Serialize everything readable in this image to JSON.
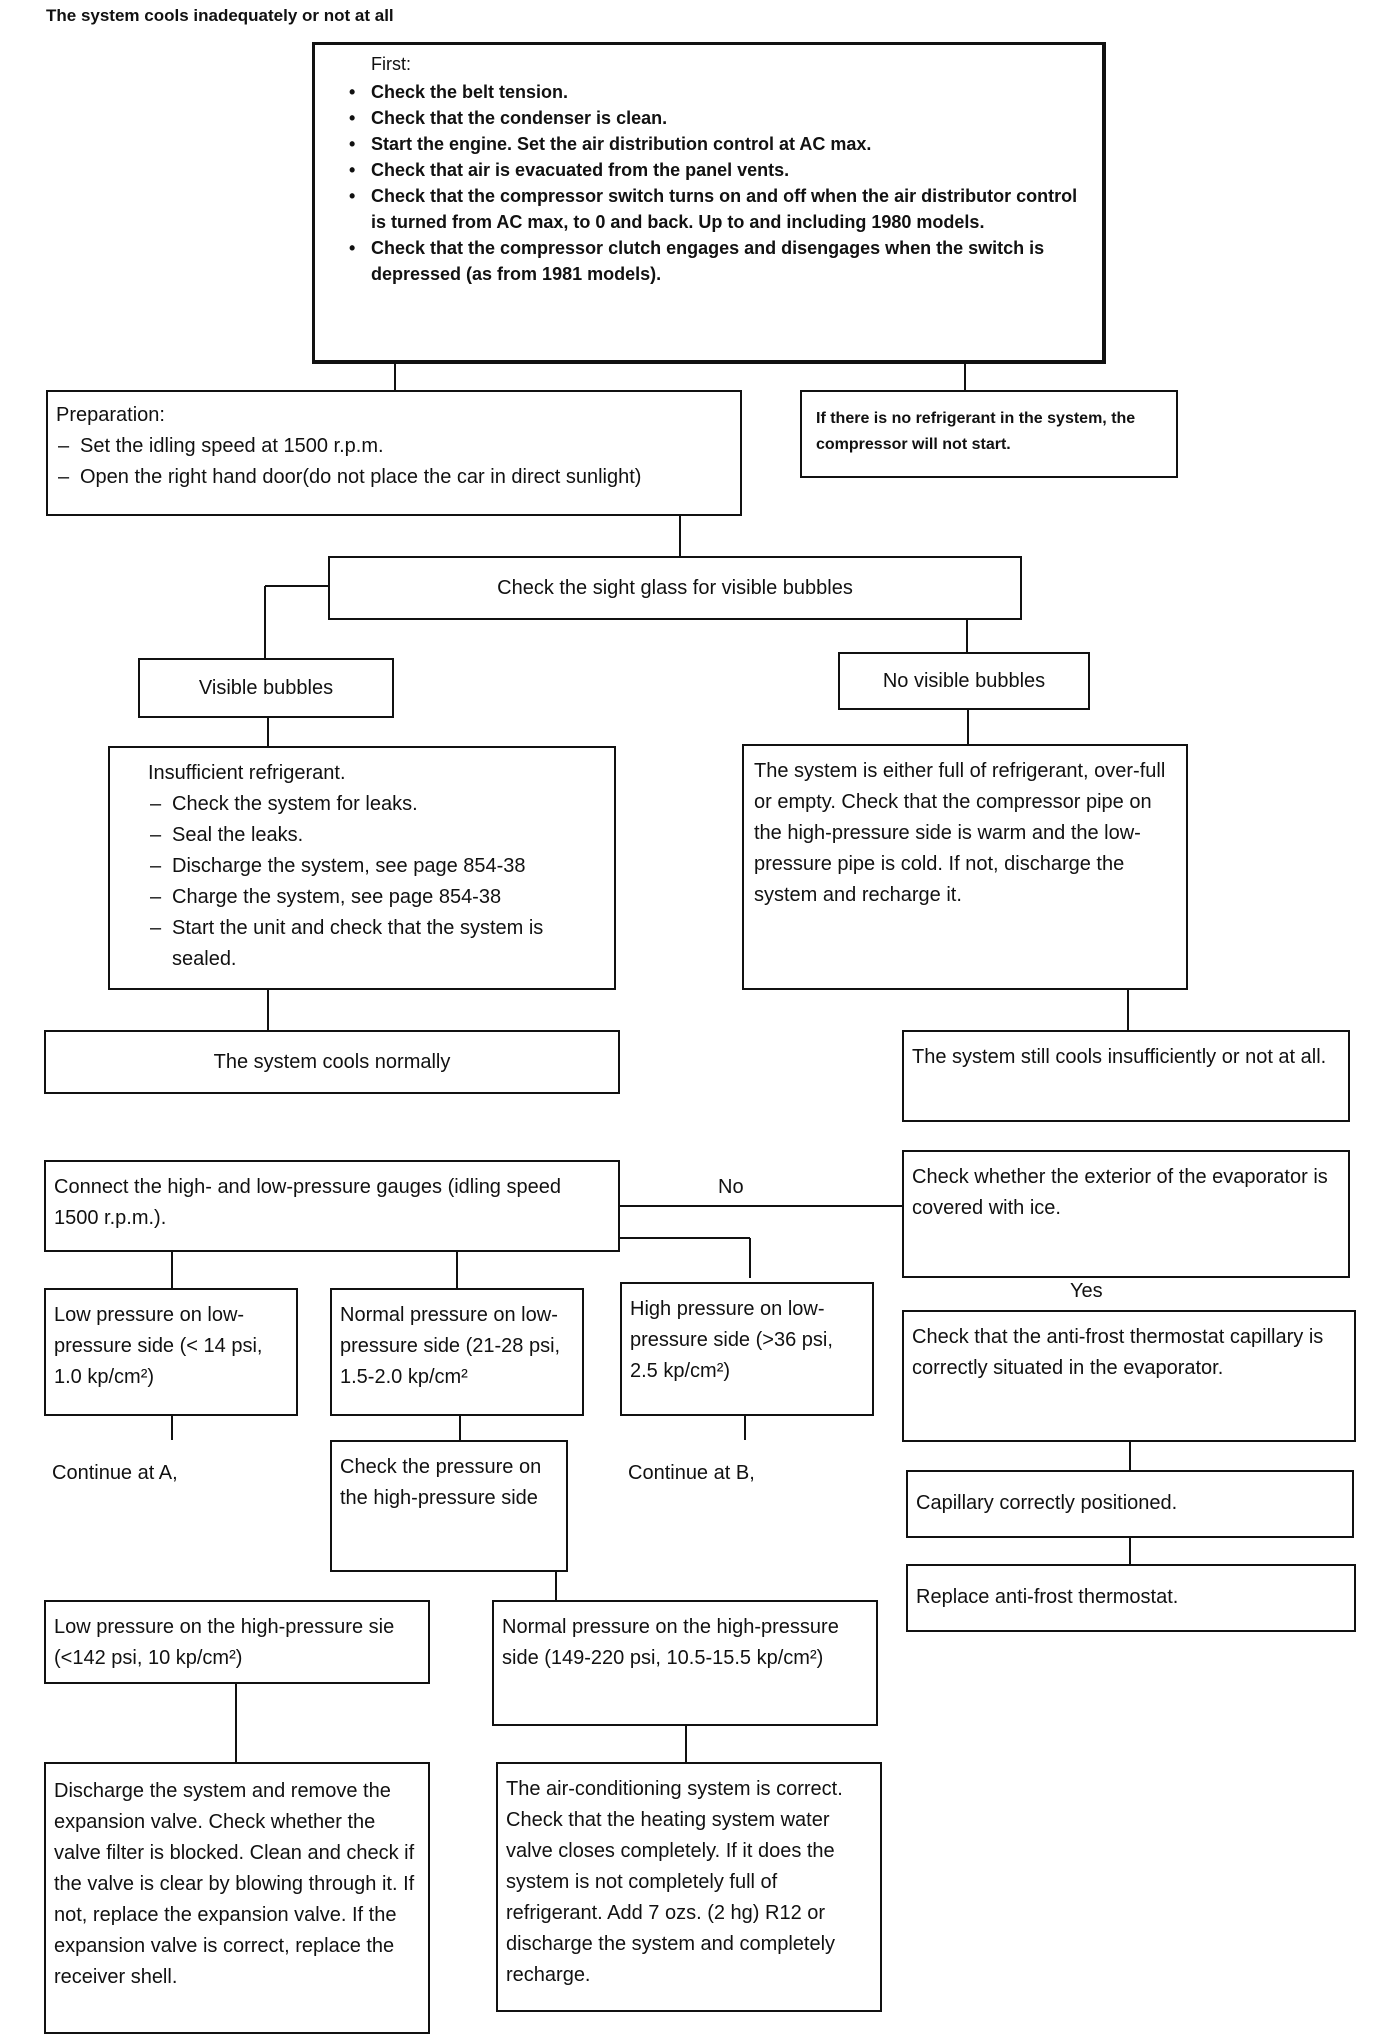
{
  "title": "The system cools inadequately or not at all",
  "first": {
    "heading": "First:",
    "items": [
      "Check the belt tension.",
      "Check that the condenser is clean.",
      "Start the engine. Set the air distribution control at AC max.",
      "Check that air is evacuated from the panel vents.",
      "Check that the compressor switch turns on and off when the air distributor control is turned from AC max, to 0 and back. Up to and including 1980 models.",
      "Check that the compressor clutch engages and disengages when the switch is depressed (as from 1981 models)."
    ]
  },
  "no_refrigerant_note": "If there is no refrigerant in the system, the compressor will not start.",
  "preparation": {
    "heading": "Preparation:",
    "items": [
      "Set the idling speed at 1500 r.p.m.",
      "Open the right hand door(do not place the car in direct sunlight)"
    ]
  },
  "sight_glass": "Check the sight glass for visible bubbles",
  "visible_bubbles": "Visible bubbles",
  "no_visible_bubbles": "No visible bubbles",
  "insufficient": {
    "heading": "Insufficient refrigerant.",
    "items": [
      "Check the system for leaks.",
      "Seal the leaks.",
      "Discharge the system, see page 854-38",
      "Charge the system, see page 854-38",
      "Start the unit and check that the system is sealed."
    ]
  },
  "full_or_empty": "The system is either full of refrigerant, over-full or empty. Check that the compressor pipe on the high-pressure side is warm and the low-pressure pipe is cold. If not, discharge the system and recharge it.",
  "cools_normally": "The system cools normally",
  "still_insufficient": "The system still cools insufficiently or not at all.",
  "connect_gauges": "Connect the high- and low-pressure gauges (idling speed 1500 r.p.m.).",
  "no_label": "No",
  "yes_label": "Yes",
  "evaporator_ice": "Check whether the exterior of the evaporator is covered with ice.",
  "low_pressure_low": "Low pressure on low-pressure side (< 14 psi, 1.0 kp/cm²)",
  "normal_pressure_low": "Normal pressure on low-pressure side (21-28 psi, 1.5-2.0 kp/cm²",
  "high_pressure_low": "High pressure on low-pressure side (>36 psi, 2.5 kp/cm²)",
  "continue_a": "Continue at A,",
  "continue_b": "Continue at B,",
  "check_high_side": "Check the pressure on the high-pressure side",
  "capillary_check": "Check that the anti-frost thermostat capillary is correctly situated in the evaporator.",
  "capillary_ok": "Capillary correctly positioned.",
  "replace_thermostat": "Replace anti-frost thermostat.",
  "low_pressure_high": "Low pressure on the high-pressure sie (<142 psi, 10 kp/cm²)",
  "normal_pressure_high": "Normal pressure on the high-pressure side (149-220 psi, 10.5-15.5 kp/cm²)",
  "discharge_expansion": "Discharge the system and remove the expansion valve. Check whether the valve filter is blocked. Clean and check if the valve is clear by blowing through it. If not, replace the expansion valve. If the expansion valve is correct, replace the receiver shell.",
  "ac_correct": "The air-conditioning system is correct. Check that the heating system water valve closes completely. If it does the system is not completely full of refrigerant. Add 7 ozs. (2 hg) R12 or discharge the system and completely recharge."
}
